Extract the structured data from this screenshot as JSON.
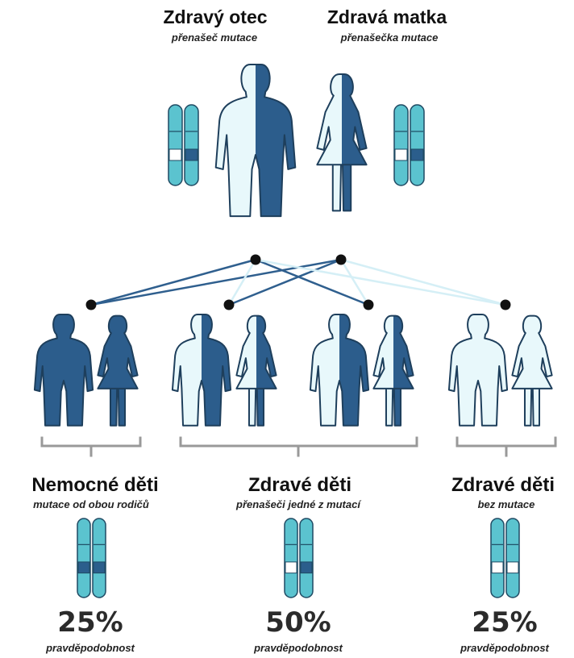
{
  "colors": {
    "dark": "#2c5d8c",
    "light": "#e8f8fb",
    "outline": "#1e3f5c",
    "chromosome": "#5bc3cf",
    "chromosome_dark": "#2b5e8c",
    "line": "#2f5f8e",
    "line_faint": "#d5eff6",
    "bracket": "#999999",
    "dot": "#111111"
  },
  "parents": {
    "father": {
      "title": "Zdravý otec",
      "subtitle": "přenašeč mutace"
    },
    "mother": {
      "title": "Zdravá matka",
      "subtitle": "přenašečka mutace"
    }
  },
  "outcomes": [
    {
      "title": "Nemocné děti",
      "subtitle": "mutace od obou rodičů",
      "percent": "25%",
      "label": "pravděpodobnost"
    },
    {
      "title": "Zdravé děti",
      "subtitle": "přenašeči jedné z mutací",
      "percent": "50%",
      "label": "pravděpodobnost"
    },
    {
      "title": "Zdravé děti",
      "subtitle": "bez mutace",
      "percent": "25%",
      "label": "pravděpodobnost"
    }
  ]
}
